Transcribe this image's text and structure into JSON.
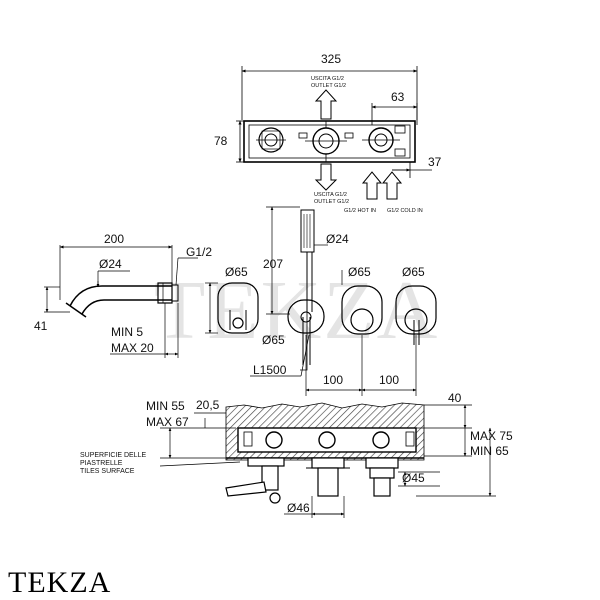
{
  "watermark": "TEKZA",
  "brand": "TEKZA",
  "top_view": {
    "width_dim": "325",
    "height_dim": "78",
    "offset_dim": "63",
    "side_dim": "37",
    "outlet_top": [
      "USCITA G1/2",
      "OUTLET G1/2"
    ],
    "outlet_bottom": [
      "USCITA G1/2",
      "OUTLET G1/2"
    ],
    "hot_in": "G1/2 HOT IN",
    "cold_in": "G1/2 COLD IN"
  },
  "spout": {
    "length": "200",
    "thread": "G1/2",
    "diameter": "Ø24",
    "drop": "41",
    "min": "MIN 5",
    "max": "MAX 20"
  },
  "handshower": {
    "height": "207",
    "diameter": "Ø24",
    "hose": "L1500"
  },
  "front_view": {
    "rosette_1": "Ø65",
    "rosette_2": "Ø65",
    "rosette_3": "Ø65",
    "rosette_4": "Ø65",
    "spacing_1": "100",
    "spacing_2": "100"
  },
  "section": {
    "min_depth": "MIN 55",
    "max_depth": "MAX 67",
    "offset": "20,5",
    "top_dim": "40",
    "max_right": "MAX 75",
    "min_right": "MIN 65",
    "tiles": [
      "SUPERFICIE DELLE",
      "PIASTRELLE",
      "TILES SURFACE"
    ],
    "dia_45": "Ø45",
    "dia_46": "Ø46"
  }
}
